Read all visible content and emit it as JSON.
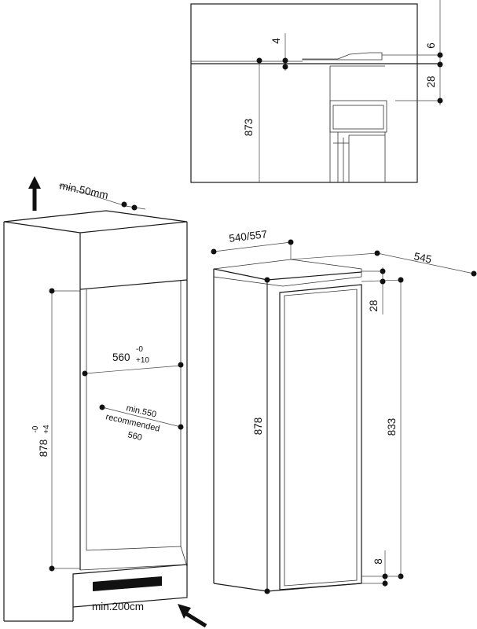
{
  "inset": {
    "dim_4": "4",
    "dim_6": "6",
    "dim_28": "28",
    "dim_873": "873"
  },
  "niche": {
    "top_clearance": "min.50mm",
    "width_main": "560",
    "width_tol_top": "-0",
    "width_tol_bottom": "+10",
    "height_main": "878",
    "height_tol_top": "-0",
    "height_tol_bottom": "+4",
    "depth_line1": "min.550",
    "depth_line2": "recommended",
    "depth_line3": "560",
    "vent_opening": "min.200cm"
  },
  "appliance": {
    "width": "540/557",
    "depth": "545",
    "door_gap_top": "28",
    "total_height": "878",
    "door_height": "833",
    "bottom_gap": "8"
  }
}
